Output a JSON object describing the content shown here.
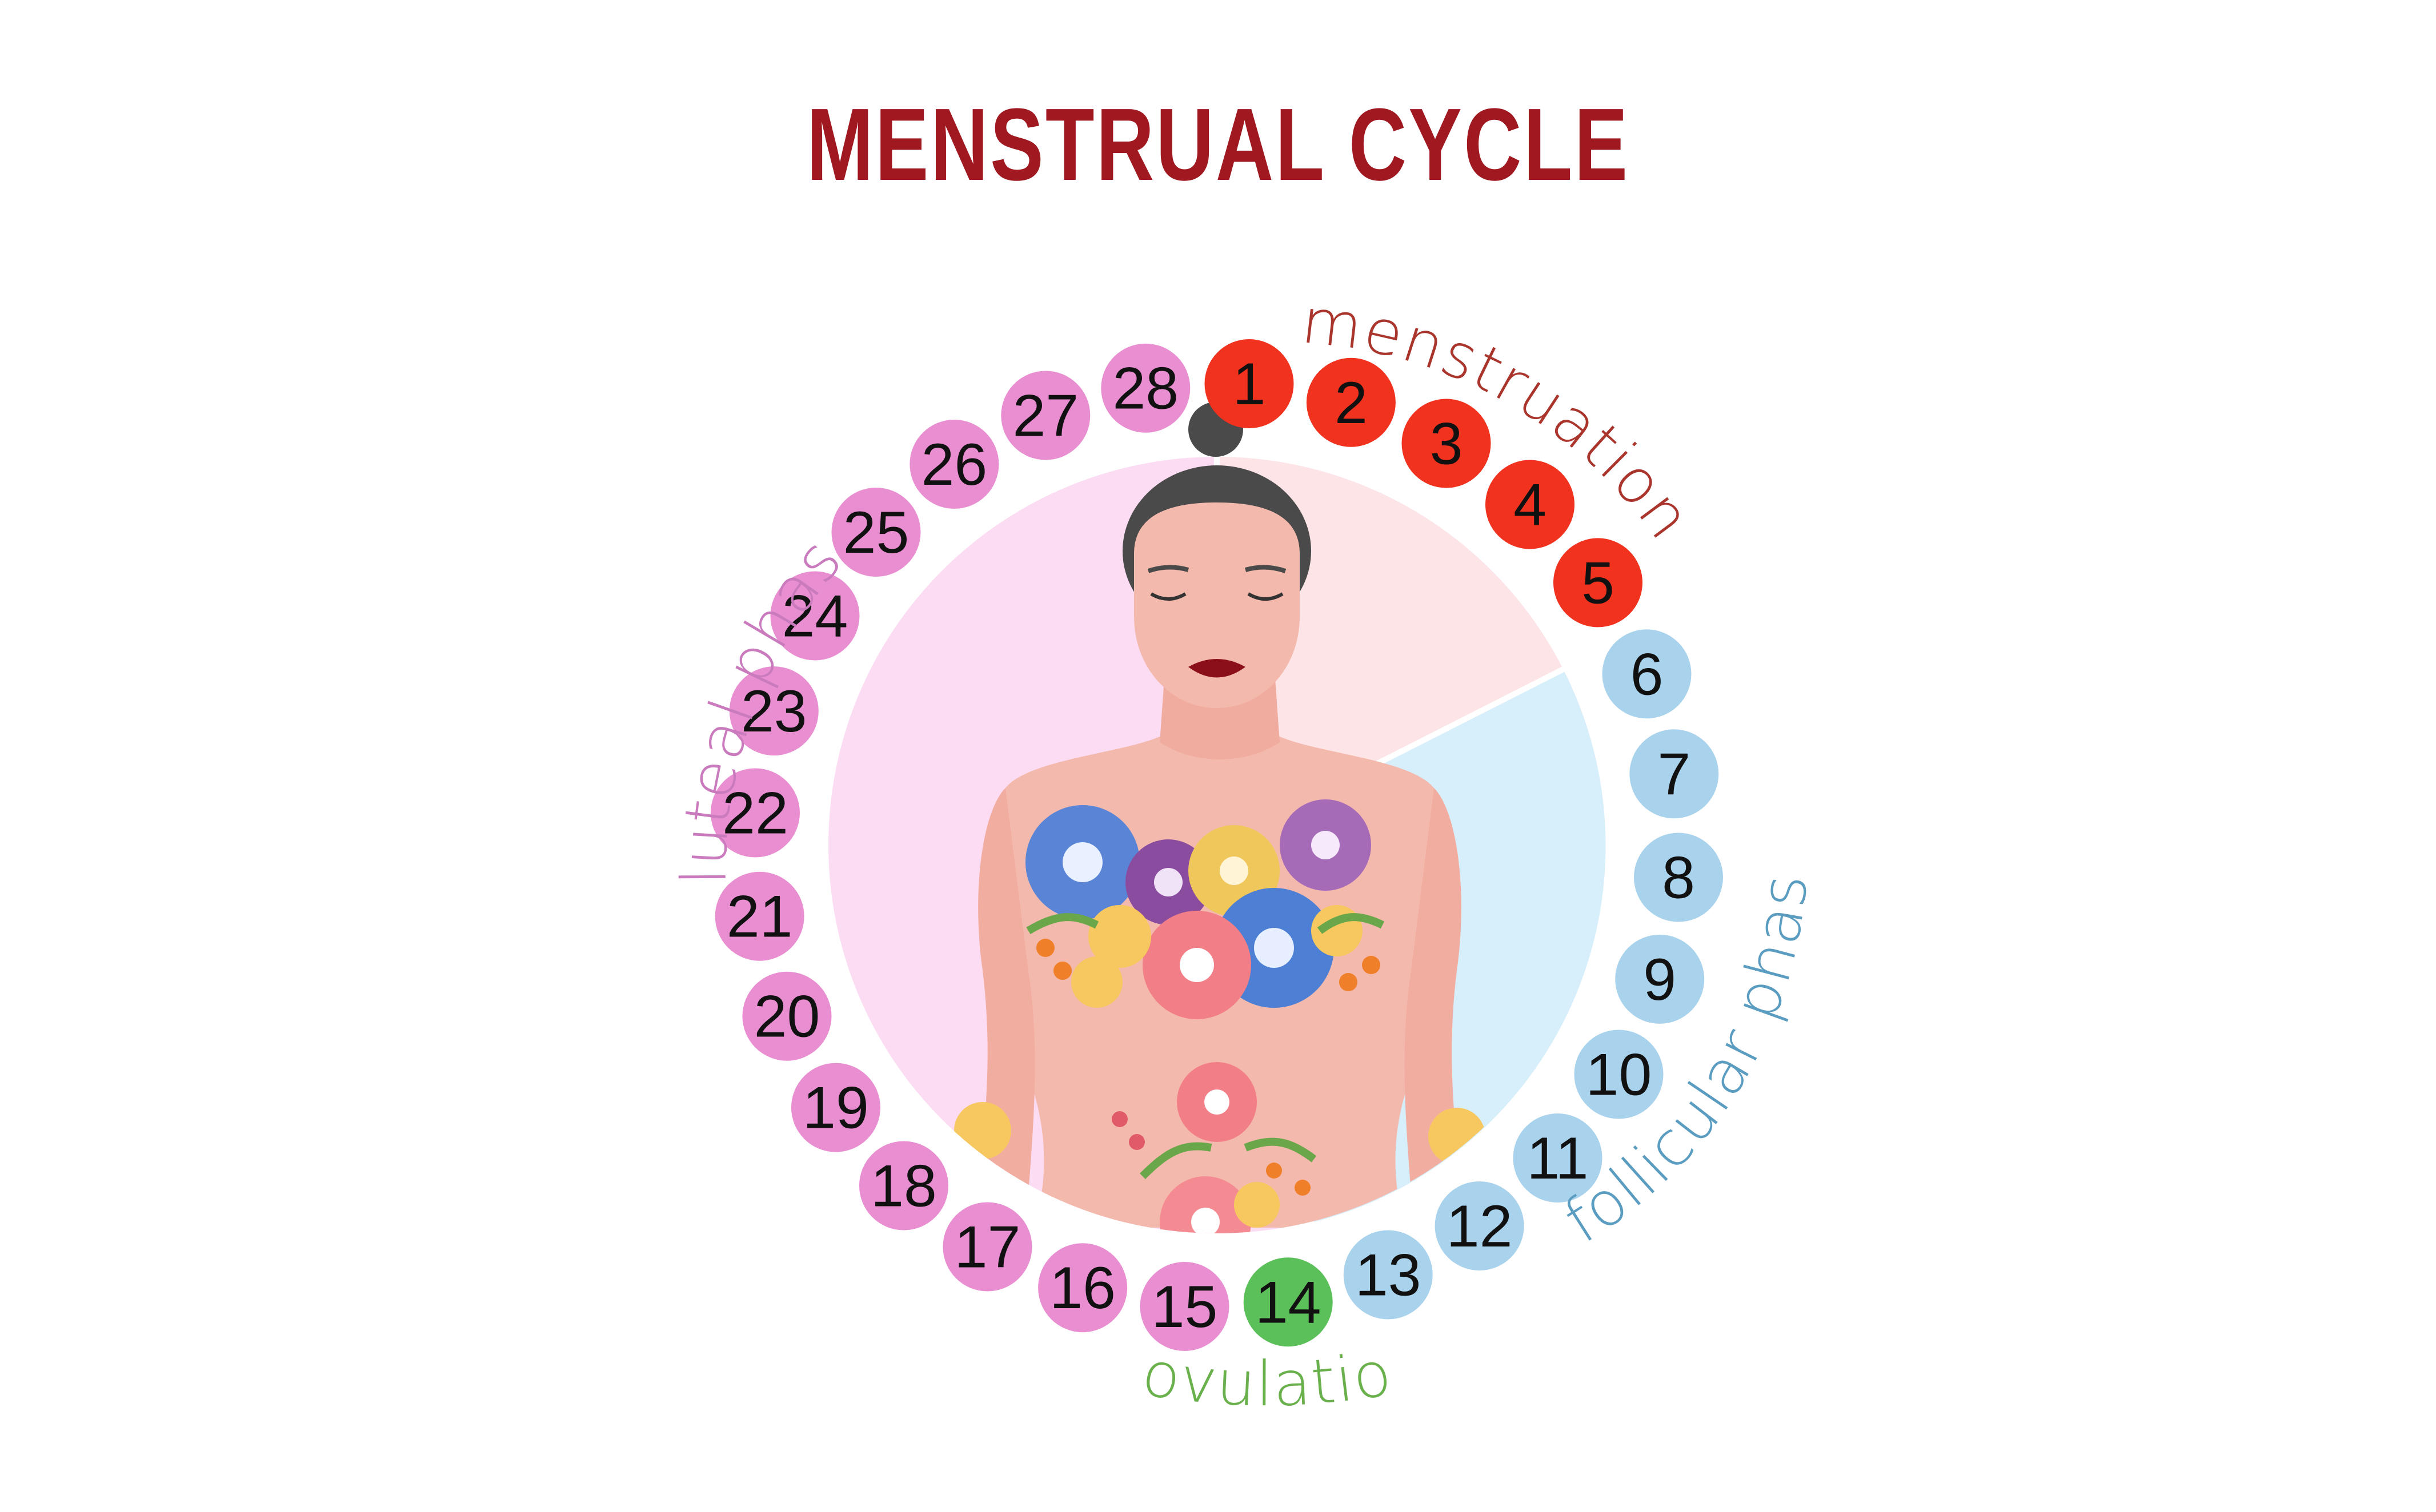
{
  "title": "MENSTRUAL CYCLE",
  "phases": [
    {
      "key": "menstruation",
      "label": "menstruation",
      "color": "#a9352c",
      "day_color": "#f0321e",
      "days": [
        1,
        2,
        3,
        4,
        5
      ]
    },
    {
      "key": "follicular",
      "label": "follicular phase",
      "color": "#5b9cc1",
      "day_color": "#a9d2ec",
      "days": [
        6,
        7,
        8,
        9,
        10,
        11,
        12,
        13
      ]
    },
    {
      "key": "ovulation",
      "label": "ovulation",
      "color": "#6ab04c",
      "day_color": "#5cc05a",
      "days": [
        14
      ]
    },
    {
      "key": "luteal",
      "label": "luteal phase",
      "color": "#c97bbd",
      "day_color": "#e98ed0",
      "days": [
        15,
        16,
        17,
        18,
        19,
        20,
        21,
        22,
        23,
        24,
        25,
        26,
        27,
        28
      ]
    }
  ],
  "days": [
    "1",
    "2",
    "3",
    "4",
    "5",
    "6",
    "7",
    "8",
    "9",
    "10",
    "11",
    "12",
    "13",
    "14",
    "15",
    "16",
    "17",
    "18",
    "19",
    "20",
    "21",
    "22",
    "23",
    "24",
    "25",
    "26",
    "27",
    "28"
  ],
  "sector_colors": {
    "menstruation": "#fde4e6",
    "follicular": "#d7effb",
    "luteal": "#fbdcf2"
  },
  "illustration": {
    "figure": "woman with closed eyes and hair bun",
    "decoration": "flowers over torso",
    "icon": "woman-figure-icon"
  }
}
